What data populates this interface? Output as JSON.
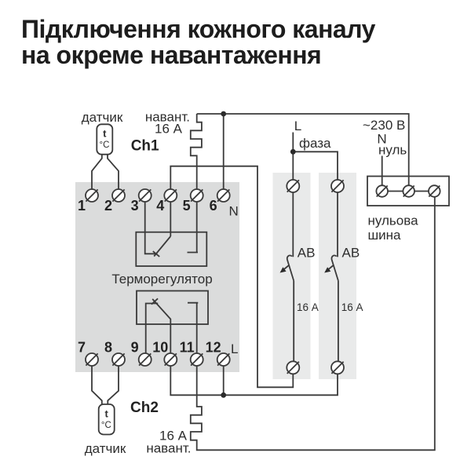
{
  "title": {
    "line1": "Підключення кожного каналу",
    "line2": "на окреме навантаження"
  },
  "device": {
    "name": "Терморегулятор",
    "channel1": "Ch1",
    "channel2": "Ch2",
    "terminal_numbers_top": [
      "1",
      "2",
      "3",
      "4",
      "5",
      "6"
    ],
    "terminal_numbers_bottom": [
      "7",
      "8",
      "9",
      "10",
      "11",
      "12"
    ],
    "neutral_mark": "N",
    "line_mark": "L"
  },
  "sensor_top": {
    "label": "датчик",
    "symbol_t": "t",
    "symbol_c": "°С"
  },
  "sensor_bottom": {
    "label": "датчик",
    "symbol_t": "t",
    "symbol_c": "°С"
  },
  "load_top": {
    "label": "навант.",
    "rating": "16 А"
  },
  "load_bottom": {
    "rating": "16 А",
    "label": "навант."
  },
  "breaker_left": {
    "label": "АВ",
    "rating": "16 А"
  },
  "breaker_right": {
    "label": "АВ",
    "rating": "16 А"
  },
  "supply": {
    "voltage": "~230 В",
    "phase_mark": "L",
    "phase_label": "фаза",
    "neutral_mark": "N",
    "neutral_label": "нуль",
    "bus_label_line1": "нульова",
    "bus_label_line2": "шина"
  },
  "colors": {
    "wire": "#3a3a3a",
    "device_fill": "#dbdcdc",
    "breaker_strip_fill": "#e9eaea",
    "bus_fill": "#ffffff",
    "text": "#2d2d2d",
    "title": "#1d1d1d"
  }
}
